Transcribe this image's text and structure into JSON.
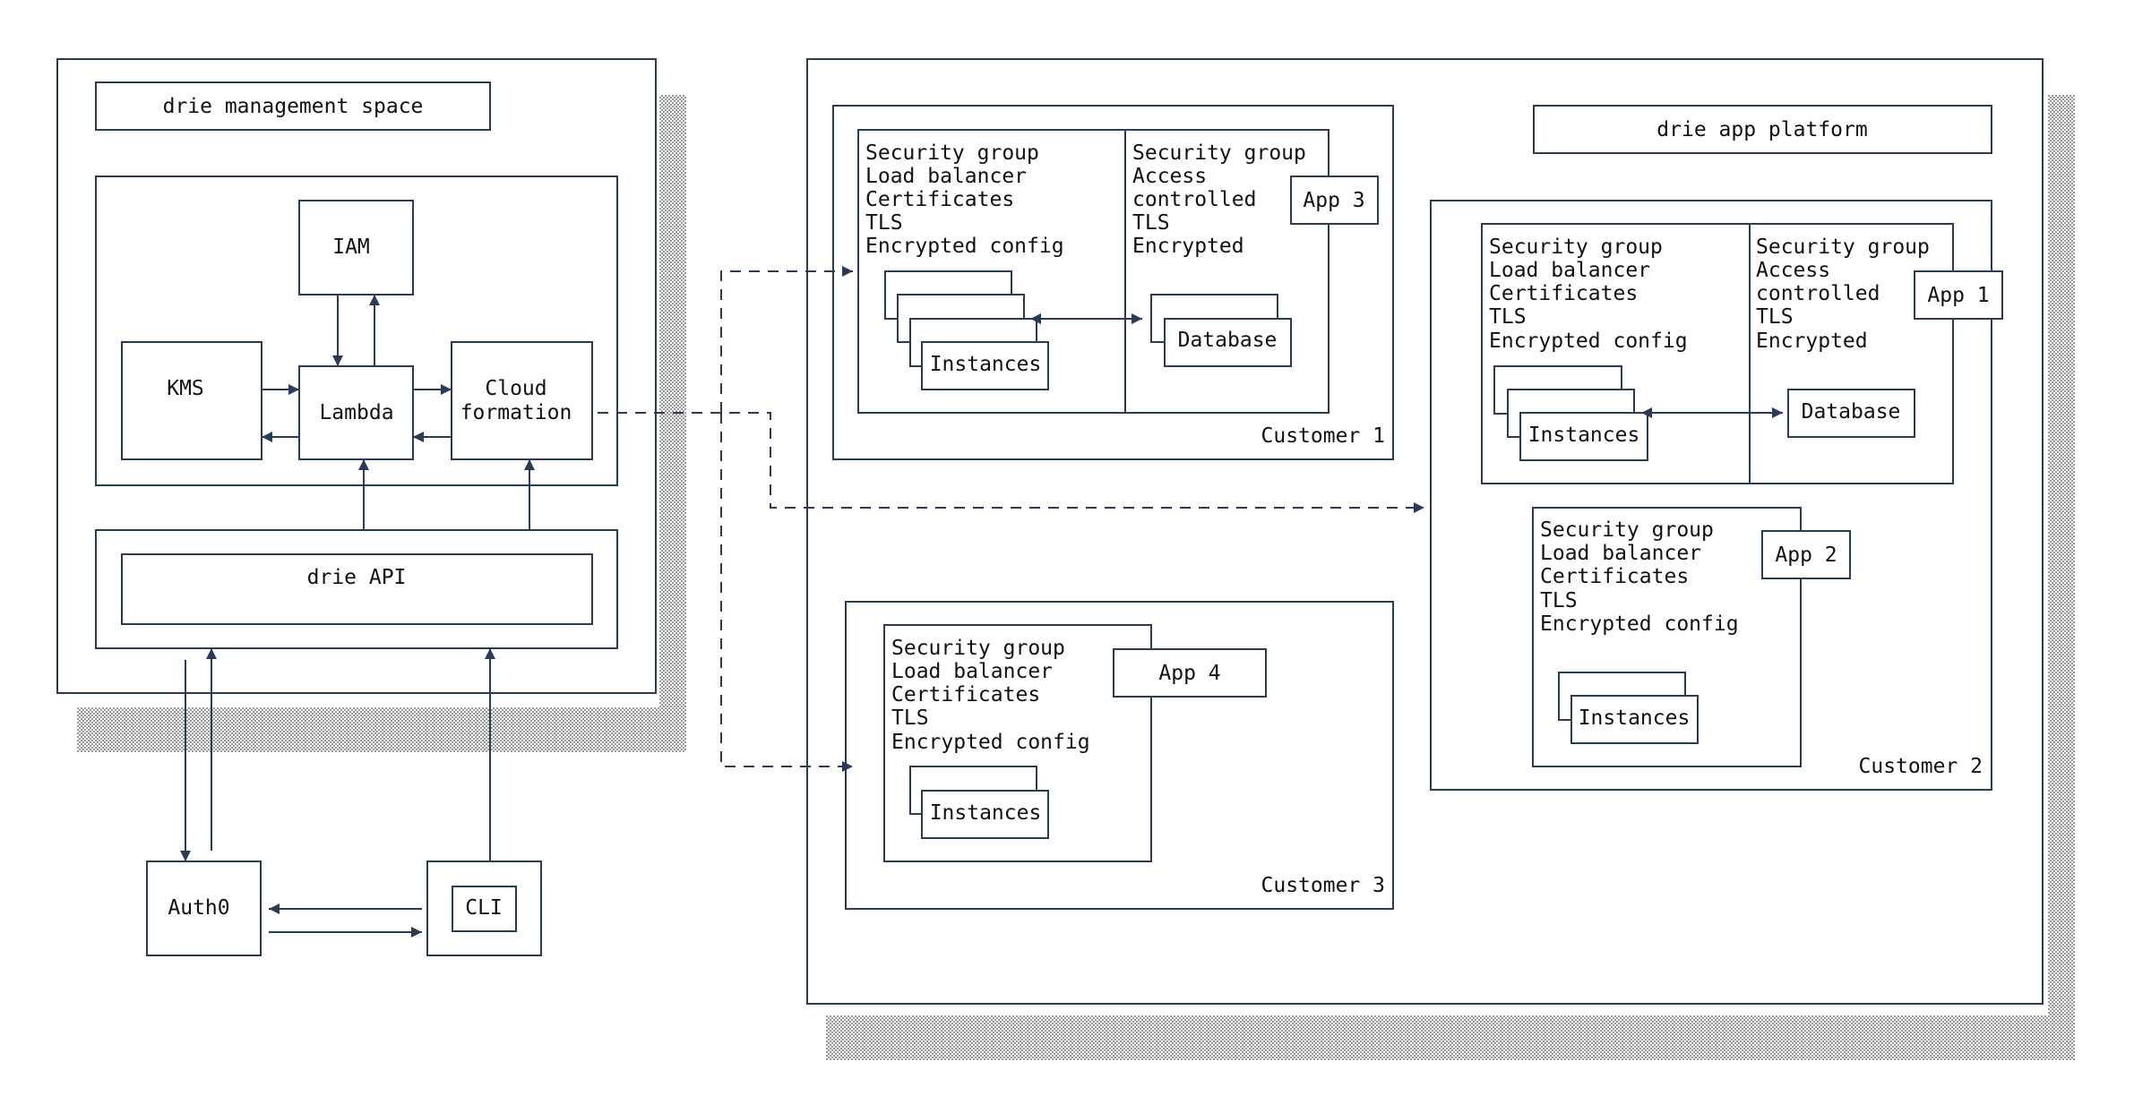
{
  "management": {
    "title": "drie management space",
    "iam": "IAM",
    "kms": "KMS",
    "lambda": "Lambda",
    "cloudformation": [
      "Cloud",
      "formation"
    ],
    "api": "drie API",
    "auth0": "Auth0",
    "cli": "CLI"
  },
  "platform": {
    "title": "drie app platform",
    "customer1": {
      "name": "Customer 1",
      "app_label": "App 3",
      "web_tier": [
        "Security group",
        "Load balancer",
        "Certificates",
        "TLS",
        "Encrypted config"
      ],
      "data_tier": [
        "Security group",
        "Access",
        "controlled",
        "TLS",
        "Encrypted"
      ],
      "instances": "Instances",
      "database": "Database"
    },
    "customer2": {
      "name": "Customer 2",
      "app1": {
        "app_label": "App 1",
        "web_tier": [
          "Security group",
          "Load balancer",
          "Certificates",
          "TLS",
          "Encrypted config"
        ],
        "data_tier": [
          "Security group",
          "Access",
          "controlled",
          "TLS",
          "Encrypted"
        ],
        "instances": "Instances",
        "database": "Database"
      },
      "app2": {
        "app_label": "App 2",
        "web_tier": [
          "Security group",
          "Load balancer",
          "Certificates",
          "TLS",
          "Encrypted config"
        ],
        "instances": "Instances"
      }
    },
    "customer3": {
      "name": "Customer 3",
      "app_label": "App 4",
      "web_tier": [
        "Security group",
        "Load balancer",
        "Certificates",
        "TLS",
        "Encrypted config"
      ],
      "instances": "Instances"
    }
  },
  "colors": {
    "stroke": "#2b3a55",
    "text": "#111111",
    "shadow_dots": "#9a9a9a"
  }
}
